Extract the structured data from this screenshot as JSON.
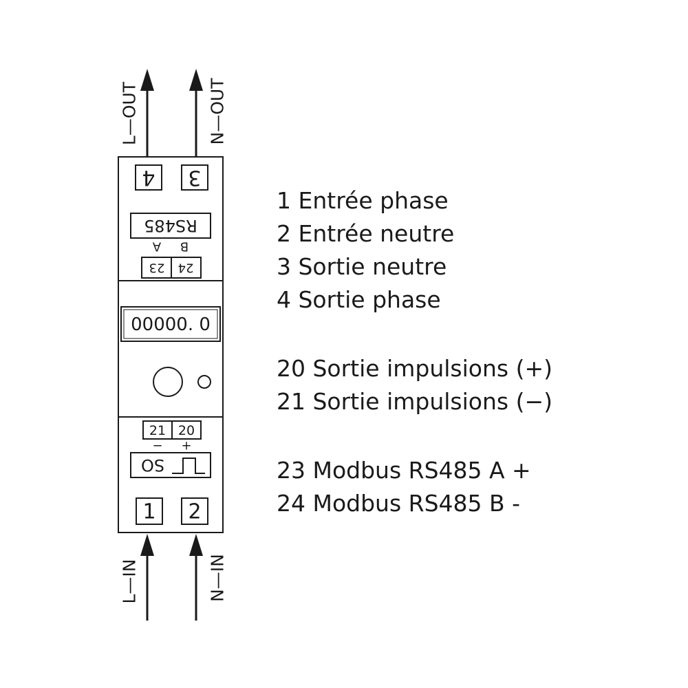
{
  "wiring": {
    "l_out": "L—OUT",
    "n_out": "N—OUT",
    "l_in": "L—IN",
    "n_in": "N—IN"
  },
  "meter": {
    "terminal_4": "4",
    "terminal_3": "3",
    "terminal_1": "1",
    "terminal_2": "2",
    "rs485_label": "RS485",
    "rs485_a": "A",
    "rs485_b": "B",
    "terminal_23": "23",
    "terminal_24": "24",
    "display_reading": "00000. 0",
    "terminal_21": "21",
    "terminal_20": "20",
    "pulse_minus": "−",
    "pulse_plus": "+",
    "so_label": "SO"
  },
  "legend": {
    "items": [
      "1 Entrée phase",
      "2 Entrée neutre",
      "3 Sortie neutre",
      "4 Sortie phase",
      "20 Sortie impulsions (+)",
      "21 Sortie impulsions (−)",
      "23 Modbus RS485 A +",
      "24 Modbus RS485 B -"
    ]
  }
}
